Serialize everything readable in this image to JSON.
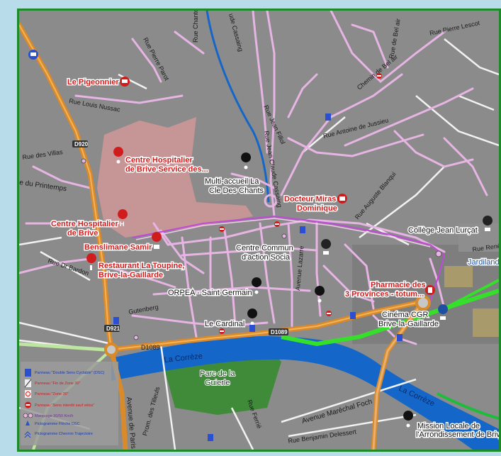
{
  "colors": {
    "frame": "#1f8a2a",
    "outer": "#b9dcea",
    "ground": "#8c8c8c",
    "main_road": "#d98a2a",
    "pink_route": "#e7b5e3",
    "green_route": "#34e02a",
    "river": "#1466c8",
    "park": "#3f8b3a",
    "hospital_zone": "#d99a9a",
    "poi_red": "#d01c1c"
  },
  "streets": {
    "pierre_parot": "Rue Pierre Parot",
    "chantois": "Rue Chantois",
    "cassaing": "ude Cassaing",
    "pierre_lescot": "Rue Pierre Lescot",
    "bel_air": "Rue de Bel air",
    "chemin_bel_air": "Chemin de Bel air",
    "louis_nussac": "Rue Louis Nussac",
    "jean_fillol": "Rue Jean Fillol",
    "jean_claude_cassaing": "Rue Jean Claude Cassaing",
    "jussieu": "Rue Antoine de Jussieu",
    "villas": "Rue des Villas",
    "printemps": "e du Printemps",
    "blanqui": "Rue Auguste Blanqui",
    "dr_bardon": "Rue Dr Bardon",
    "rene": "Rue René",
    "gutenberg": "Gutenberg",
    "lazarre": "Avenue Lazarre",
    "paris": "Avenue de Paris",
    "tilleuls": "Prom. des Tilleuls",
    "ferrie": "Rue Ferrié",
    "foch": "Avenue Maréchal Foch",
    "delessert": "Rue Benjamin Delessert"
  },
  "roads": {
    "d920": "D920",
    "d921": "D921",
    "d1089_a": "D1089",
    "d1089_b": "D1089"
  },
  "water": {
    "correze_1": "La Corrèze",
    "correze_2": "La Corrèze"
  },
  "park": {
    "name_line1": "Parc de la",
    "name_line2": "Guierle"
  },
  "pois": {
    "pigeonnier": "Le Pigeonnier",
    "hospital_service_1": "Centre Hospitalier",
    "hospital_service_2": "de Brive Service des...",
    "multi_accueil_1": "Multi-accueil La",
    "multi_accueil_2": "Cle Des Chants",
    "miras_1": "Docteur Miras",
    "miras_2": "Dominique",
    "hospital_1": "Centre Hospitalier",
    "hospital_2": "de Brive",
    "benslimane": "Benslimane Samir",
    "centre_communal_1": "Centre Commun",
    "centre_communal_2": "d'action Socia",
    "college": "Collège Jean Lurçat",
    "jardiland": "Jardiland",
    "toupine_1": "Restaurant La Toupine,",
    "toupine_2": "Brive-la-Gaillarde",
    "orpea": "ORPEA - Saint-Germain",
    "pharmacie_1": "Pharmacie des",
    "pharmacie_2": "3 Provinces - totum...",
    "cardinal": "Le Cardinal",
    "cinema_1": "Cinéma CGR",
    "cinema_2": "Brive-la-Gaillarde",
    "mission_1": "Mission Locale de",
    "mission_2": "l'Arrondissement de Brive"
  },
  "legend": [
    {
      "icon": "double-sens-sign-icon",
      "label": "Panneau \"Double Sens Cyclable\" (DSC)"
    },
    {
      "icon": "end-zone-30-sign-icon",
      "label": "Panneau \"Fin de Zone 30\""
    },
    {
      "icon": "zone-30-sign-icon",
      "label": "Panneau \"Zone 30\""
    },
    {
      "icon": "no-entry-sign-icon",
      "label": "Panneau \"Sens interdit sauf vélos\""
    },
    {
      "icon": "marking-30-icon",
      "label": "Marquage 30/50 Km/h"
    },
    {
      "icon": "arrow-dsc-icon",
      "label": "Pictogramme Flèche DSC"
    },
    {
      "icon": "chevron-trajectory-icon",
      "label": "Pictogramme Chevron Trajectoire"
    }
  ]
}
